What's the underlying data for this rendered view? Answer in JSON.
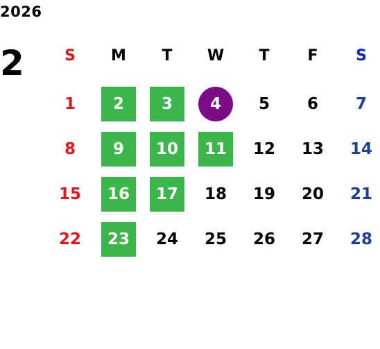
{
  "calendar": {
    "year": "2026",
    "month": "2",
    "weekdays": [
      {
        "label": "S",
        "color": "#e0181c"
      },
      {
        "label": "M",
        "color": "#000000"
      },
      {
        "label": "T",
        "color": "#000000"
      },
      {
        "label": "W",
        "color": "#000000"
      },
      {
        "label": "T",
        "color": "#000000"
      },
      {
        "label": "F",
        "color": "#000000"
      },
      {
        "label": "S",
        "color": "#0a22c9"
      }
    ],
    "day_colors": {
      "sunday": "#e0181c",
      "weekday": "#000000",
      "saturday": "#1d3f96"
    },
    "highlight_color": "#3cb54a",
    "today_color": "#7b0c86",
    "weeks": [
      [
        {
          "day": "1",
          "state": "normal"
        },
        {
          "day": "2",
          "state": "highlighted"
        },
        {
          "day": "3",
          "state": "highlighted"
        },
        {
          "day": "4",
          "state": "today"
        },
        {
          "day": "5",
          "state": "normal"
        },
        {
          "day": "6",
          "state": "normal"
        },
        {
          "day": "7",
          "state": "normal"
        }
      ],
      [
        {
          "day": "8",
          "state": "normal"
        },
        {
          "day": "9",
          "state": "highlighted"
        },
        {
          "day": "10",
          "state": "highlighted"
        },
        {
          "day": "11",
          "state": "highlighted"
        },
        {
          "day": "12",
          "state": "normal"
        },
        {
          "day": "13",
          "state": "normal"
        },
        {
          "day": "14",
          "state": "normal"
        }
      ],
      [
        {
          "day": "15",
          "state": "normal"
        },
        {
          "day": "16",
          "state": "highlighted"
        },
        {
          "day": "17",
          "state": "highlighted"
        },
        {
          "day": "18",
          "state": "normal"
        },
        {
          "day": "19",
          "state": "normal"
        },
        {
          "day": "20",
          "state": "normal"
        },
        {
          "day": "21",
          "state": "normal"
        }
      ],
      [
        {
          "day": "22",
          "state": "normal"
        },
        {
          "day": "23",
          "state": "highlighted"
        },
        {
          "day": "24",
          "state": "normal"
        },
        {
          "day": "25",
          "state": "normal"
        },
        {
          "day": "26",
          "state": "normal"
        },
        {
          "day": "27",
          "state": "normal"
        },
        {
          "day": "28",
          "state": "normal"
        }
      ]
    ]
  }
}
